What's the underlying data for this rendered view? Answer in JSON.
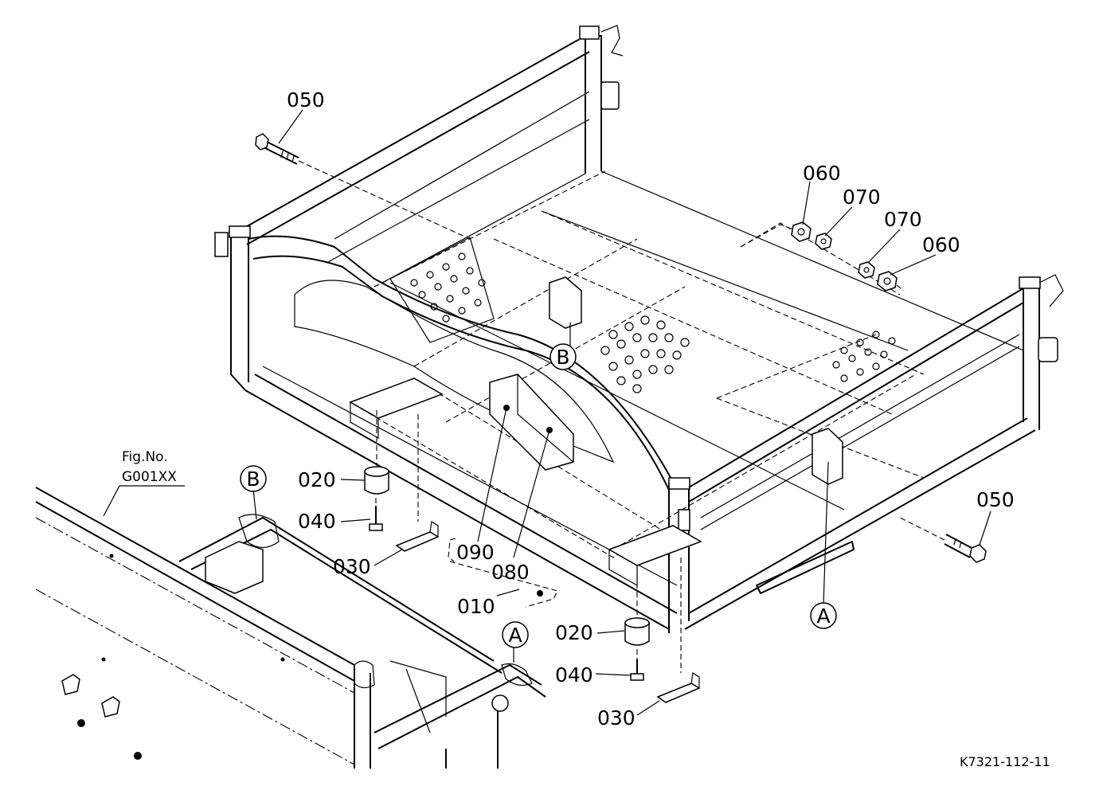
{
  "callouts": {
    "p050_top": "050",
    "p050_right": "050",
    "p060_a": "060",
    "p060_b": "060",
    "p070_a": "070",
    "p070_b": "070",
    "p020_left": "020",
    "p020_right": "020",
    "p040_left": "040",
    "p040_right": "040",
    "p030_left": "030",
    "p030_right": "030",
    "p090": "090",
    "p080": "080",
    "p010": "010"
  },
  "markers": {
    "a_lower": "A",
    "a_right": "A",
    "b_upper": "B",
    "b_lower": "B"
  },
  "figref": {
    "line1": "Fig.No.",
    "line2": "G001XX"
  },
  "diagram_code": "K7321-112-11"
}
